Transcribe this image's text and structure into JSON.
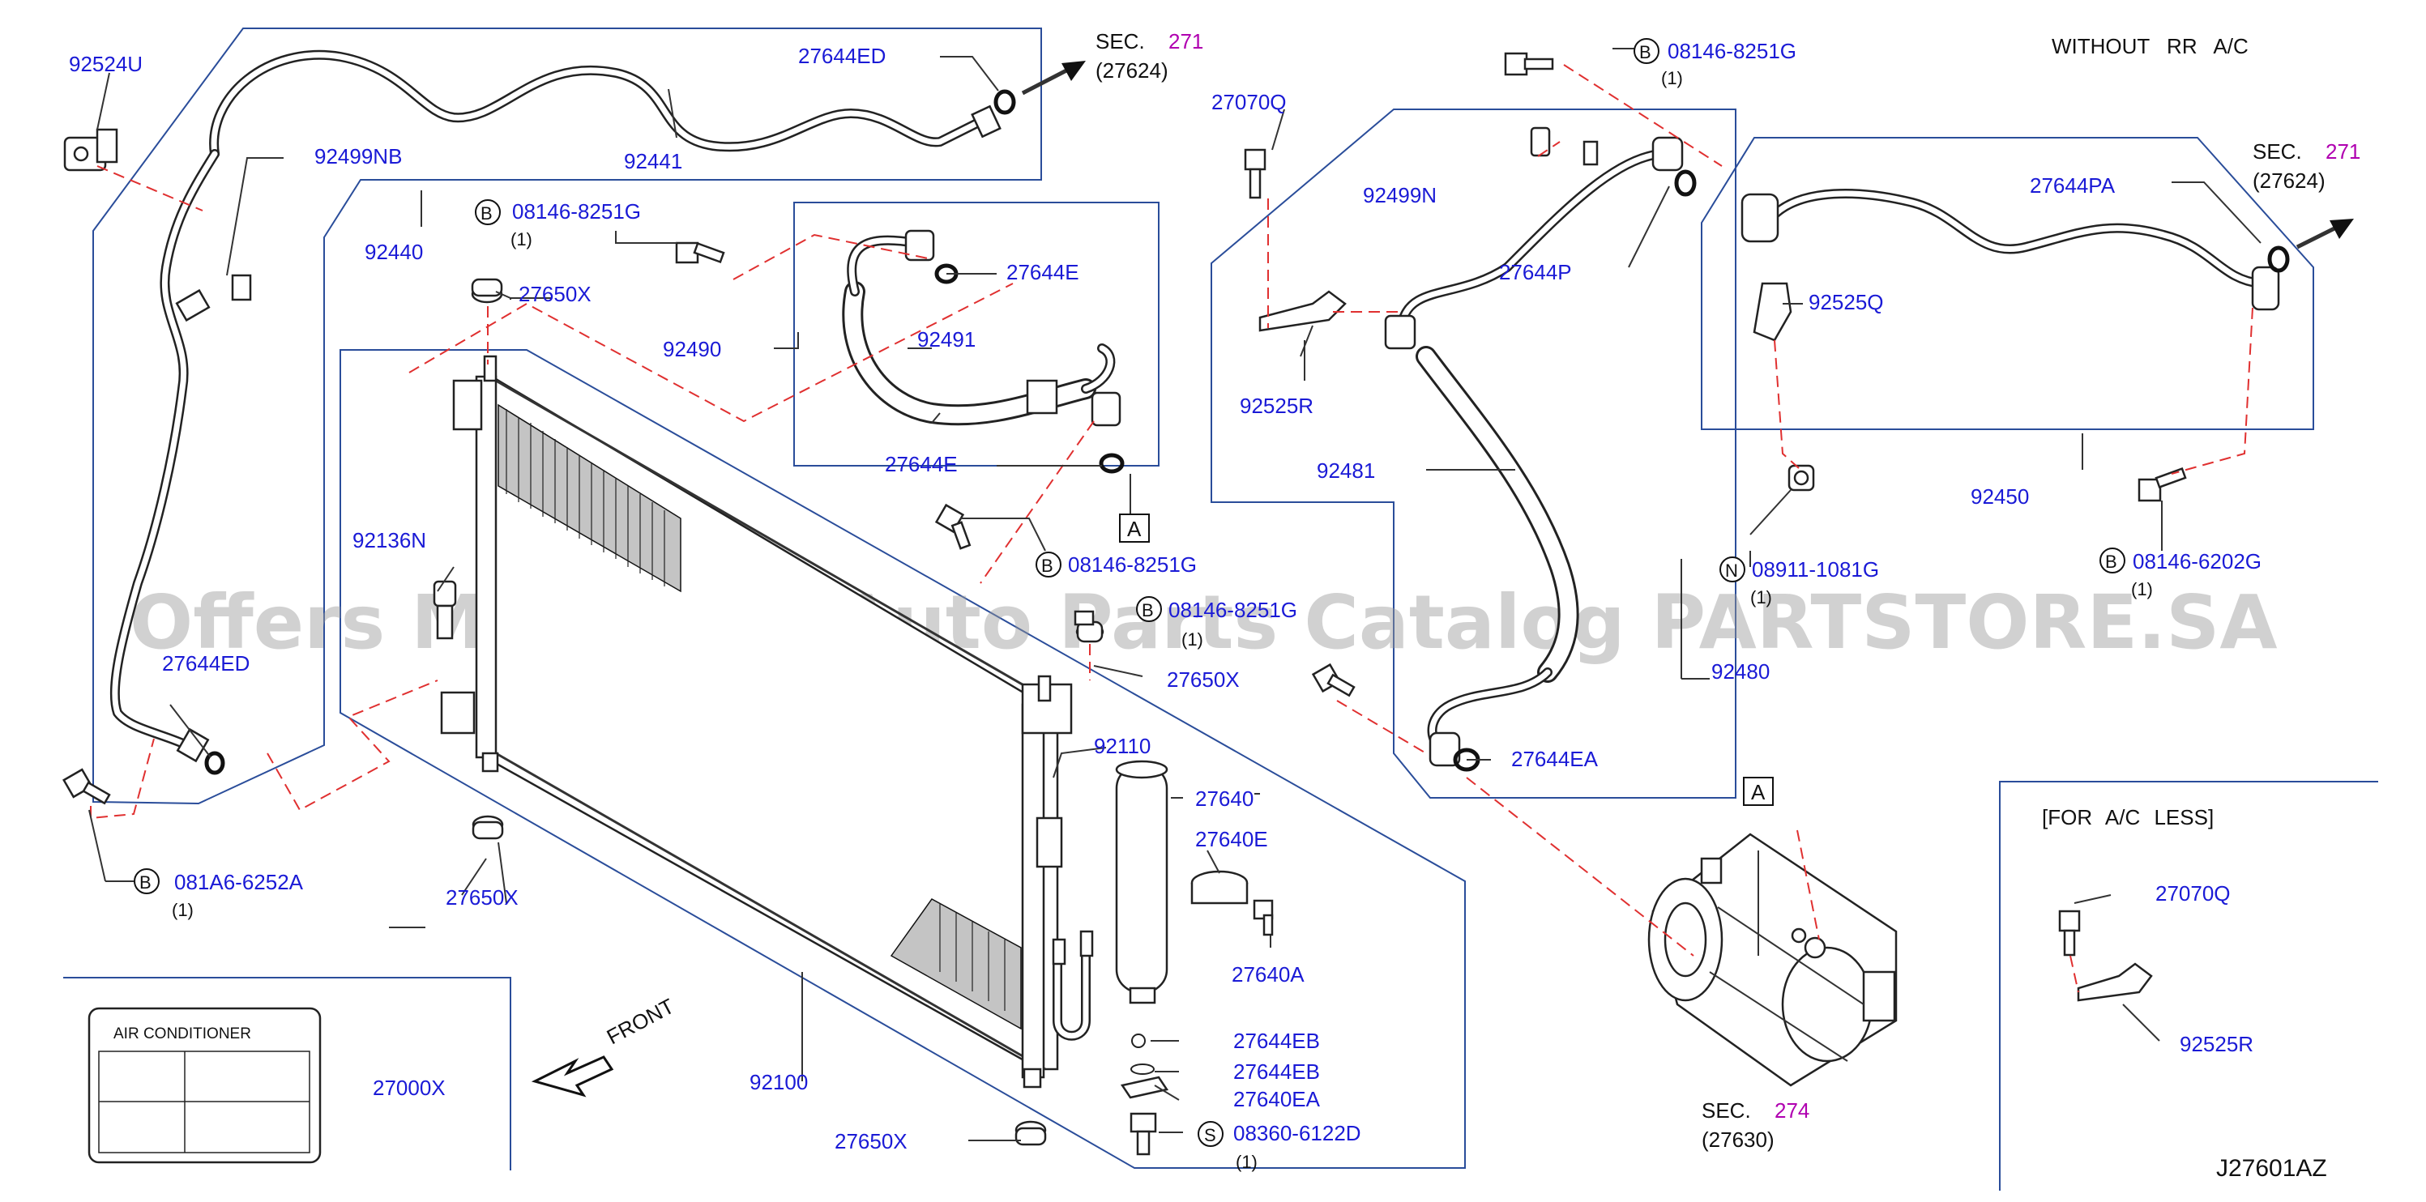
{
  "diagram_id": "J27601AZ",
  "header_note": "WITHOUT RR A/C",
  "for_ac_less_note": "[FOR A/C LESS]",
  "watermark": "Offers Merchant Auto Parts Catalog PARTSTORE.SA",
  "front_label": "FRONT",
  "section_refs": {
    "top_left": {
      "prefix": "SEC.",
      "num": "271",
      "sub": "(27624)"
    },
    "top_right": {
      "prefix": "SEC.",
      "num": "271",
      "sub": "(27624)"
    },
    "compressor": {
      "prefix": "SEC.",
      "num": "274",
      "sub": "(27630)"
    }
  },
  "ref_markers": {
    "a": "A"
  },
  "circle_letters": {
    "b": "B",
    "n": "N",
    "s": "S"
  },
  "label_plate": {
    "title": "AIR CONDITIONER"
  },
  "parts": {
    "p92524U": "92524U",
    "p92499NB": "92499NB",
    "p92440": "92440",
    "p92441": "92441",
    "p27644ED_top": "27644ED",
    "p27644ED_left": "27644ED",
    "p08146_8251G_a": "08146-8251G",
    "p08146_8251G_b": "08146-8251G",
    "p08146_8251G_c": "08146-8251G",
    "p08146_8251G_d": "08146-8251G",
    "p27650X_a": "27650X",
    "p27650X_b": "27650X",
    "p27650X_c": "27650X",
    "p27650X_d": "27650X",
    "p92490": "92490",
    "p92491": "92491",
    "p27644E_a": "27644E",
    "p27644E_b": "27644E",
    "p92136N": "92136N",
    "p081A6_6252A": "081A6-6252A",
    "p27070Q_a": "27070Q",
    "p27070Q_b": "27070Q",
    "p92499N": "92499N",
    "p27644P": "27644P",
    "p92525R_a": "92525R",
    "p92525R_b": "92525R",
    "p92481": "92481",
    "p27644EA": "27644EA",
    "p92480": "92480",
    "p27644PA": "27644PA",
    "p92525Q": "92525Q",
    "p92450": "92450",
    "p08911_1081G": "08911-1081G",
    "p08146_6202G": "08146-6202G",
    "p92110": "92110",
    "p27640": "27640",
    "p27640E": "27640E",
    "p27640A": "27640A",
    "p27644EB_a": "27644EB",
    "p27644EB_b": "27644EB",
    "p27640EA": "27640EA",
    "p08360_6122D": "08360-6122D",
    "p92100": "92100",
    "p27000X": "27000X"
  },
  "qty": {
    "one": "(1)"
  }
}
